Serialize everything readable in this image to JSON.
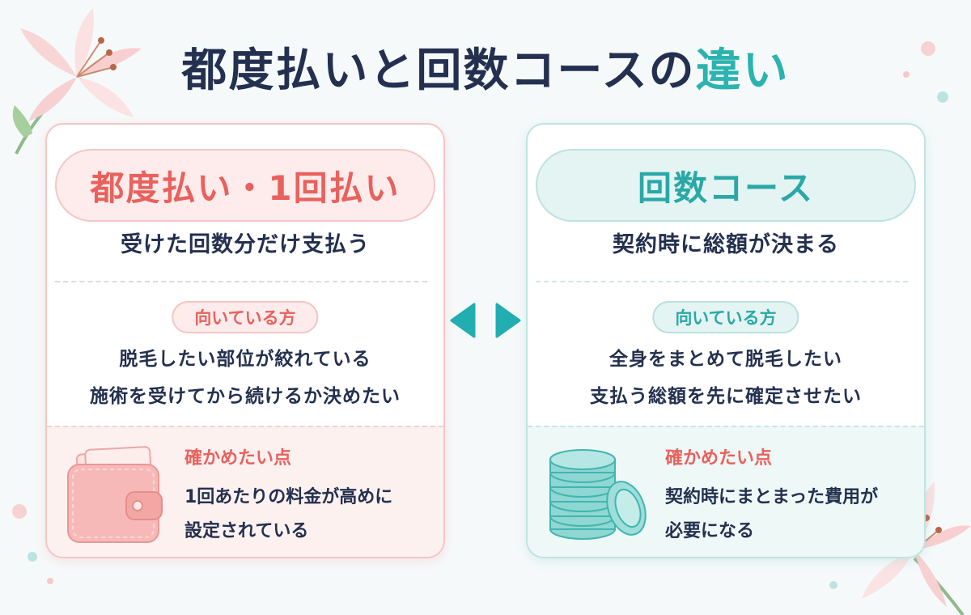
{
  "title": {
    "main": "都度払いと回数コースの",
    "accent": "違い"
  },
  "left_card": {
    "heading": "都度払い・1回払い",
    "summary": "受けた回数分だけ支払う",
    "suited_label": "向いている方",
    "suited_items": [
      "脱毛したい部位が絞れている",
      "施術を受けてから続けるか決めたい"
    ],
    "check_label": "確かめたい点",
    "check_items": [
      "1回あたりの料金が高めに",
      "設定されている"
    ],
    "icon": "wallet-icon"
  },
  "right_card": {
    "heading": "回数コース",
    "summary": "契約時に総額が決まる",
    "suited_label": "向いている方",
    "suited_items": [
      "全身をまとめて脱毛したい",
      "支払う総額を先に確定させたい"
    ],
    "check_label": "確かめたい点",
    "check_items": [
      "契約時にまとまった費用が",
      "必要になる"
    ],
    "icon": "coin-stack-icon"
  },
  "colors": {
    "pink_accent": "#e9615d",
    "teal_accent": "#2aa8a6",
    "title_dark": "#23304f"
  }
}
